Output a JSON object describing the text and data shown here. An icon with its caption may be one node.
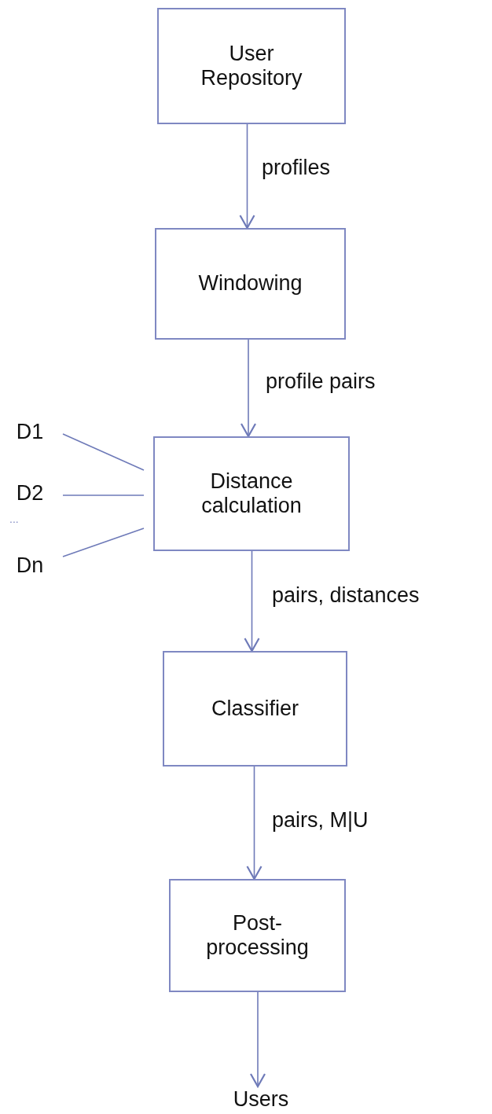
{
  "diagram": {
    "nodes": [
      {
        "text": [
          "User Repository"
        ]
      },
      {
        "text": [
          "Windowing"
        ]
      },
      {
        "text": [
          "Distance calculation"
        ]
      },
      {
        "text": [
          "Classifier"
        ]
      },
      {
        "text": [
          "Post-processing"
        ]
      },
      {
        "text": [
          "D1"
        ]
      },
      {
        "text": [
          "D2"
        ]
      },
      {
        "text": [
          "Dn"
        ]
      },
      {
        "text": [
          "Users"
        ]
      }
    ],
    "edges": [
      {
        "from": 0,
        "to": 1,
        "arrow": "to",
        "label": "profiles"
      },
      {
        "from": 1,
        "to": 2,
        "arrow": "to",
        "label": "profile pairs"
      },
      {
        "from": 2,
        "to": 3,
        "arrow": "to",
        "label": "pairs, distances"
      },
      {
        "from": 3,
        "to": 4,
        "arrow": "to",
        "label": "pairs, M|U"
      },
      {
        "from": 4,
        "to": 8,
        "arrow": "to"
      },
      {
        "from": 5,
        "to": 2,
        "arrow": "none"
      },
      {
        "from": 6,
        "to": 2,
        "arrow": "none"
      },
      {
        "from": 7,
        "to": 2,
        "arrow": "none"
      }
    ],
    "labels": [
      "..."
    ]
  }
}
